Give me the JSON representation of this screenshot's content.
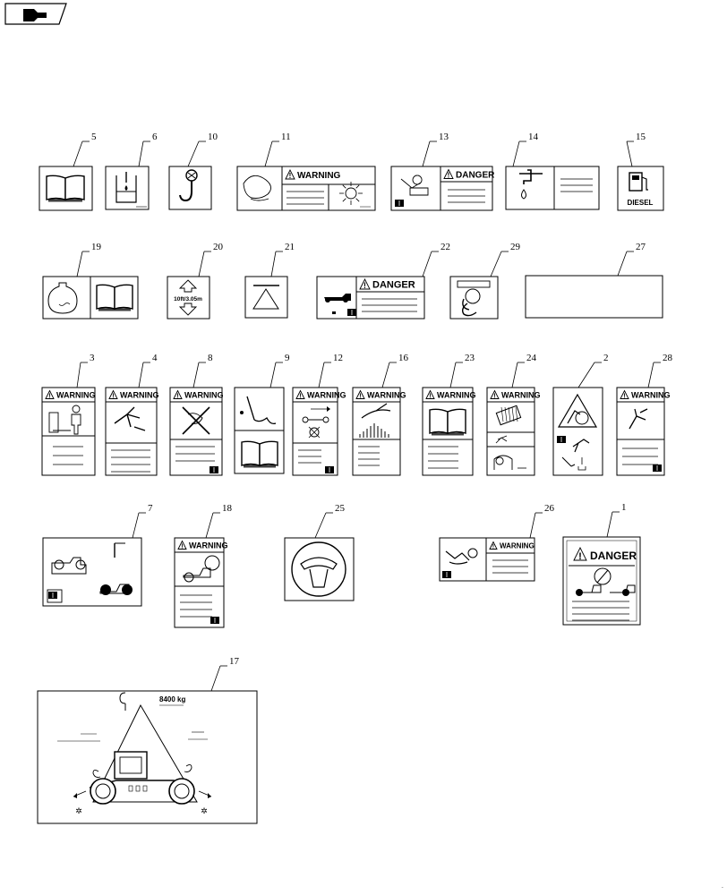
{
  "nav": {
    "icon": "next-page-arrow-icon"
  },
  "decals": [
    {
      "id": "decal-5",
      "callout": "5"
    },
    {
      "id": "decal-6",
      "callout": "6"
    },
    {
      "id": "decal-10",
      "callout": "10"
    },
    {
      "id": "decal-11",
      "callout": "11",
      "header": "WARNING"
    },
    {
      "id": "decal-13",
      "callout": "13",
      "header": "DANGER"
    },
    {
      "id": "decal-14",
      "callout": "14"
    },
    {
      "id": "decal-15",
      "callout": "15",
      "text": "DIESEL"
    },
    {
      "id": "decal-19",
      "callout": "19"
    },
    {
      "id": "decal-20",
      "callout": "20",
      "text": "10ft/3.05m"
    },
    {
      "id": "decal-21",
      "callout": "21"
    },
    {
      "id": "decal-22",
      "callout": "22",
      "header": "DANGER"
    },
    {
      "id": "decal-29",
      "callout": "29"
    },
    {
      "id": "decal-27",
      "callout": "27"
    },
    {
      "id": "decal-3",
      "callout": "3",
      "header": "WARNING"
    },
    {
      "id": "decal-4",
      "callout": "4",
      "header": "WARNING"
    },
    {
      "id": "decal-8",
      "callout": "8",
      "header": "WARNING"
    },
    {
      "id": "decal-9",
      "callout": "9"
    },
    {
      "id": "decal-12",
      "callout": "12",
      "header": "WARNING"
    },
    {
      "id": "decal-16",
      "callout": "16",
      "header": "WARNING"
    },
    {
      "id": "decal-23",
      "callout": "23",
      "header": "WARNING"
    },
    {
      "id": "decal-24",
      "callout": "24",
      "header": "WARNING"
    },
    {
      "id": "decal-2",
      "callout": "2"
    },
    {
      "id": "decal-28",
      "callout": "28",
      "header": "WARNING"
    },
    {
      "id": "decal-7",
      "callout": "7"
    },
    {
      "id": "decal-18",
      "callout": "18",
      "header": "WARNING"
    },
    {
      "id": "decal-25",
      "callout": "25"
    },
    {
      "id": "decal-26",
      "callout": "26",
      "header": "WARNING"
    },
    {
      "id": "decal-1",
      "callout": "1",
      "header": "DANGER"
    },
    {
      "id": "decal-17",
      "callout": "17",
      "text": "8400 kg"
    }
  ]
}
